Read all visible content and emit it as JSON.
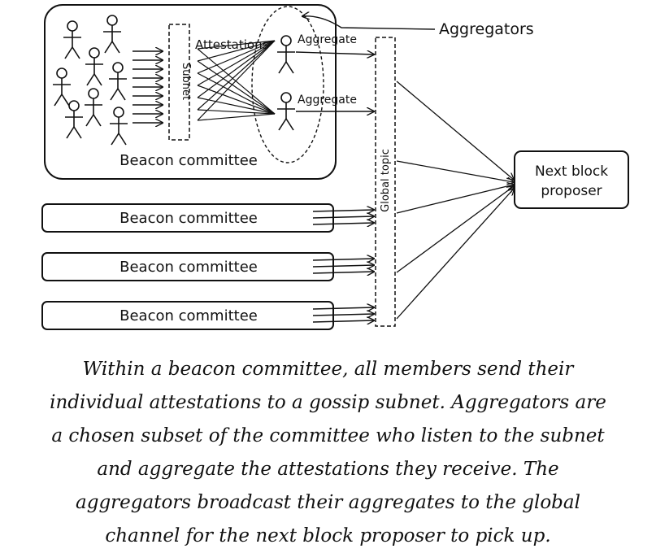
{
  "diagram": {
    "labels": {
      "aggregators": "Aggregators",
      "attestations": "Attestations",
      "subnet": "Subnet",
      "aggregate_top": "Aggregate",
      "aggregate_bottom": "Aggregate",
      "main_committee": "Beacon committee",
      "committee_1": "Beacon committee",
      "committee_2": "Beacon committee",
      "committee_3": "Beacon committee",
      "global_topic": "Global topic",
      "proposer_line1": "Next block",
      "proposer_line2": "proposer"
    },
    "caption": [
      "Within a beacon committee, all members send their",
      "individual attestations to a gossip subnet. Aggregators are",
      "a chosen subset of the committee who listen to the subnet",
      "and aggregate the attestations they receive. The",
      "aggregators broadcast their aggregates to the global",
      "channel for the next block proposer to pick up."
    ]
  }
}
